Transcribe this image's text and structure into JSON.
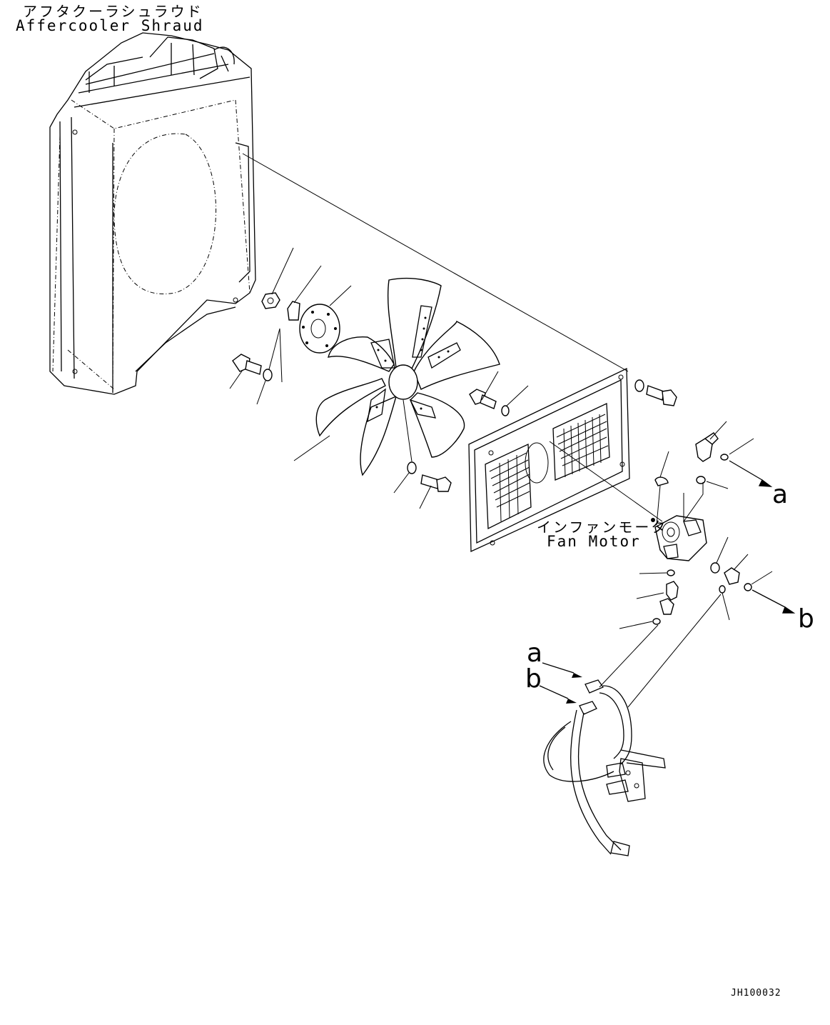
{
  "labels": {
    "shroud_jp": "アフタクーラシュラウド",
    "shroud_en": "Affercooler Shraud",
    "motor_jp": "インファンモータ",
    "motor_en": "Fan Motor",
    "conn_a": "a",
    "conn_b": "b",
    "conn_a_ref": "a",
    "conn_b_ref": "b",
    "drawing_code": "JH100032"
  }
}
